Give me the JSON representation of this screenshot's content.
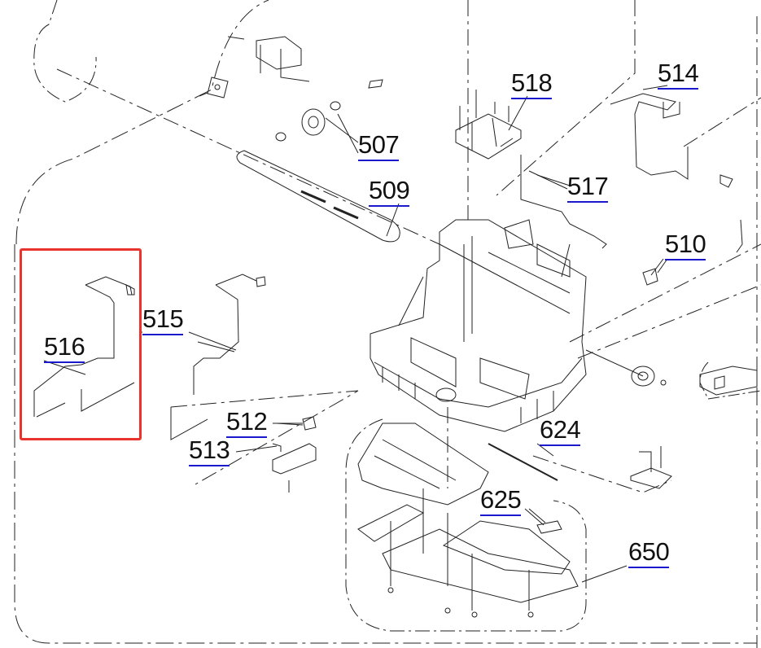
{
  "diagram": {
    "part_labels": [
      {
        "id": "507",
        "text": "507"
      },
      {
        "id": "509",
        "text": "509"
      },
      {
        "id": "510",
        "text": "510"
      },
      {
        "id": "512",
        "text": "512"
      },
      {
        "id": "513",
        "text": "513"
      },
      {
        "id": "514",
        "text": "514"
      },
      {
        "id": "515",
        "text": "515"
      },
      {
        "id": "516",
        "text": "516"
      },
      {
        "id": "517",
        "text": "517"
      },
      {
        "id": "518",
        "text": "518"
      },
      {
        "id": "624",
        "text": "624"
      },
      {
        "id": "625",
        "text": "625"
      },
      {
        "id": "650",
        "text": "650"
      }
    ],
    "highlighted_part": "516"
  },
  "colors": {
    "highlight": "#e8342c",
    "label_underline": "#1a1acc",
    "line": "#222222"
  }
}
